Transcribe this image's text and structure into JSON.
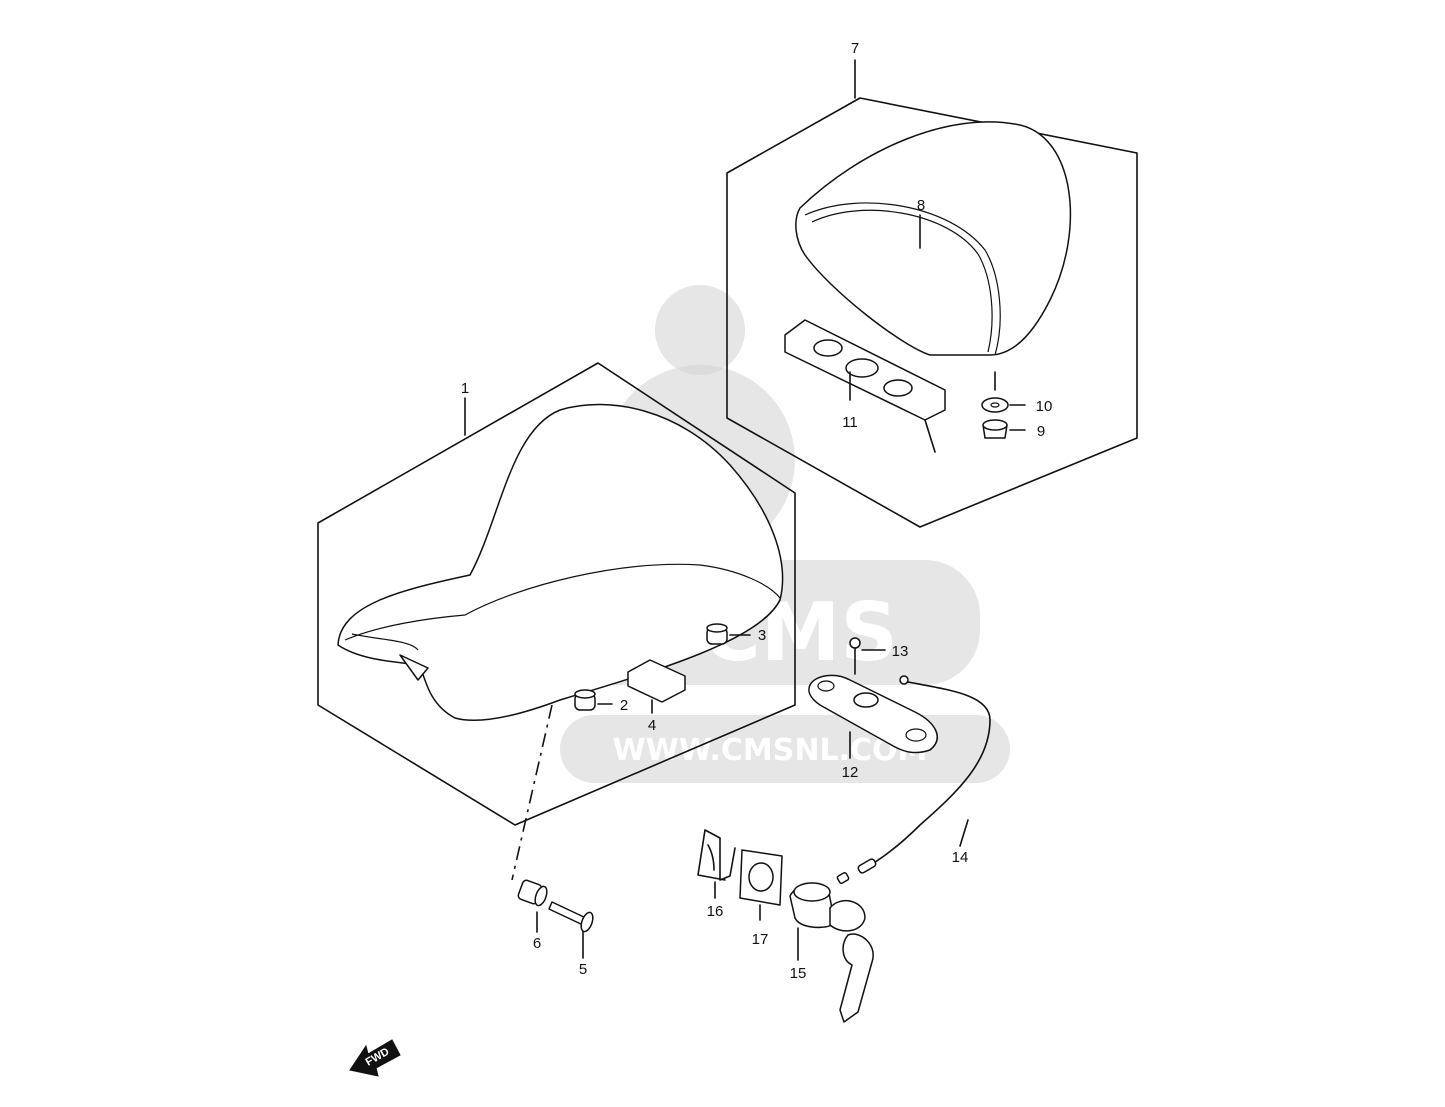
{
  "watermark": {
    "brand": "CMS",
    "url": "WWW.CMSNL.COM"
  },
  "direction_arrow": {
    "label": "FWD",
    "icon": "fwd-arrow-icon"
  },
  "callouts": [
    {
      "id": "1",
      "label": "1"
    },
    {
      "id": "2",
      "label": "2"
    },
    {
      "id": "3",
      "label": "3"
    },
    {
      "id": "4",
      "label": "4"
    },
    {
      "id": "5",
      "label": "5"
    },
    {
      "id": "6",
      "label": "6"
    },
    {
      "id": "7",
      "label": "7"
    },
    {
      "id": "8",
      "label": "8"
    },
    {
      "id": "9",
      "label": "9"
    },
    {
      "id": "10",
      "label": "10"
    },
    {
      "id": "11",
      "label": "11"
    },
    {
      "id": "12",
      "label": "12"
    },
    {
      "id": "13",
      "label": "13"
    },
    {
      "id": "14",
      "label": "14"
    },
    {
      "id": "15",
      "label": "15"
    },
    {
      "id": "16",
      "label": "16"
    },
    {
      "id": "17",
      "label": "17"
    }
  ]
}
